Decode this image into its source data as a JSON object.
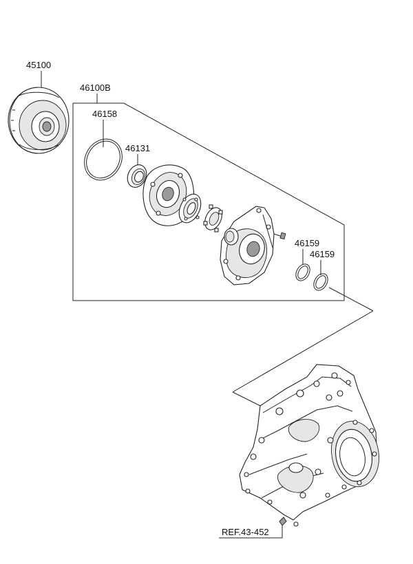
{
  "diagram": {
    "labels": {
      "torque_converter": "45100",
      "oil_pump_assy": "46100B",
      "o_ring": "46158",
      "oil_seal": "46131",
      "seal_ring_a": "46159",
      "seal_ring_b": "46159",
      "ref": "REF.43-452"
    }
  }
}
